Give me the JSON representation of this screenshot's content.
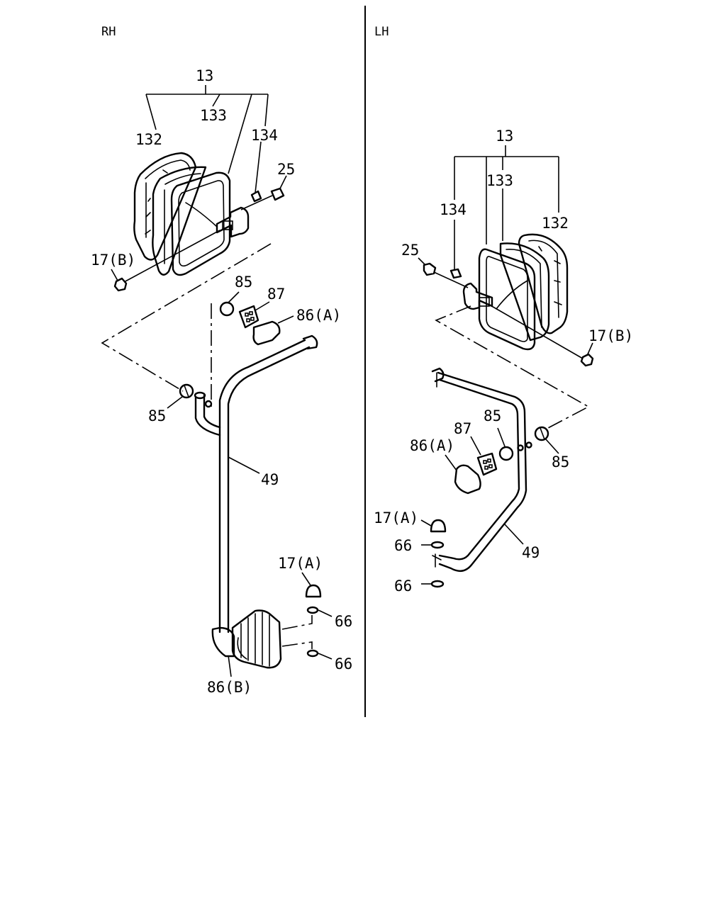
{
  "sides": {
    "rh": "RH",
    "lh": "LH"
  },
  "rh_labels": {
    "l13": "13",
    "l133": "133",
    "l132": "132",
    "l134": "134",
    "l25": "25",
    "l17b": "17(B)",
    "l85a": "85",
    "l87": "87",
    "l86a": "86(A)",
    "l85b": "85",
    "l49": "49",
    "l17a": "17(A)",
    "l66a": "66",
    "l66b": "66",
    "l86b": "86(B)"
  },
  "lh_labels": {
    "l13": "13",
    "l133": "133",
    "l134": "134",
    "l132": "132",
    "l25": "25",
    "l17b": "17(B)",
    "l85a": "85",
    "l87": "87",
    "l86a": "86(A)",
    "l85b": "85",
    "l17a": "17(A)",
    "l66a": "66",
    "l49": "49",
    "l66b": "66"
  }
}
